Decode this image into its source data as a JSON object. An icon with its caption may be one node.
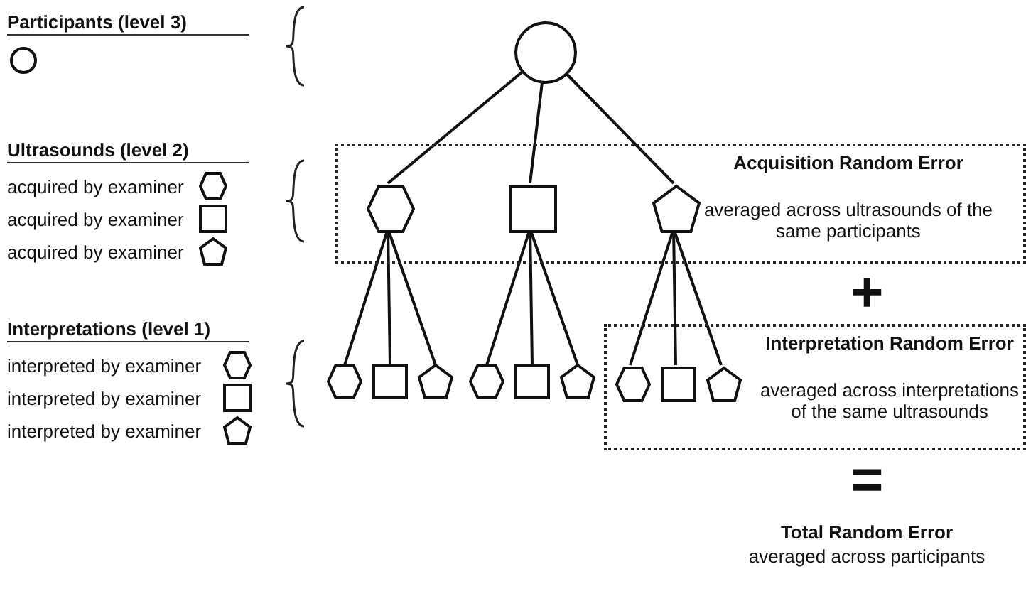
{
  "diagram": {
    "nodes": [
      {
        "text": [],
        "shape": "circle"
      },
      {
        "text": [
          "Acquisition Random Error",
          "averaged across ultrasounds of the same participants"
        ]
      },
      {
        "text": [],
        "shape": "hexagon",
        "in": 1
      },
      {
        "text": [],
        "shape": "box",
        "in": 1
      },
      {
        "text": [],
        "shape": "pentagon",
        "in": 1
      },
      {
        "text": [
          "Interpretation Random Error",
          "averaged across interpretations of the same ultrasounds"
        ]
      },
      {
        "text": [],
        "shape": "hexagon"
      },
      {
        "text": [],
        "shape": "box"
      },
      {
        "text": [],
        "shape": "pentagon"
      },
      {
        "text": [],
        "shape": "hexagon"
      },
      {
        "text": [],
        "shape": "box"
      },
      {
        "text": [],
        "shape": "pentagon"
      },
      {
        "text": [],
        "shape": "hexagon",
        "in": 5
      },
      {
        "text": [],
        "shape": "box",
        "in": 5
      },
      {
        "text": [],
        "shape": "pentagon",
        "in": 5
      }
    ],
    "edges": [
      {
        "from": 0,
        "to": 2,
        "arrow": "none"
      },
      {
        "from": 0,
        "to": 3,
        "arrow": "none"
      },
      {
        "from": 0,
        "to": 4,
        "arrow": "none"
      },
      {
        "from": 2,
        "to": 6,
        "arrow": "none"
      },
      {
        "from": 2,
        "to": 7,
        "arrow": "none"
      },
      {
        "from": 2,
        "to": 8,
        "arrow": "none"
      },
      {
        "from": 3,
        "to": 9,
        "arrow": "none"
      },
      {
        "from": 3,
        "to": 10,
        "arrow": "none"
      },
      {
        "from": 3,
        "to": 11,
        "arrow": "none"
      },
      {
        "from": 4,
        "to": 12,
        "arrow": "none"
      },
      {
        "from": 4,
        "to": 13,
        "arrow": "none"
      },
      {
        "from": 4,
        "to": 14,
        "arrow": "none"
      }
    ],
    "labels": [
      "Participants (level 3)",
      "Ultrasounds (level 2)",
      "Interpretations (level 1)",
      "+",
      "=",
      "Total Random Error",
      "averaged across participants"
    ],
    "legend": [
      {
        "text": "acquired by examiner"
      },
      {
        "text": "acquired by examiner"
      },
      {
        "text": "acquired by examiner"
      },
      {
        "text": "interpreted by examiner"
      },
      {
        "text": "interpreted by examiner"
      },
      {
        "text": "interpreted by examiner"
      }
    ]
  }
}
